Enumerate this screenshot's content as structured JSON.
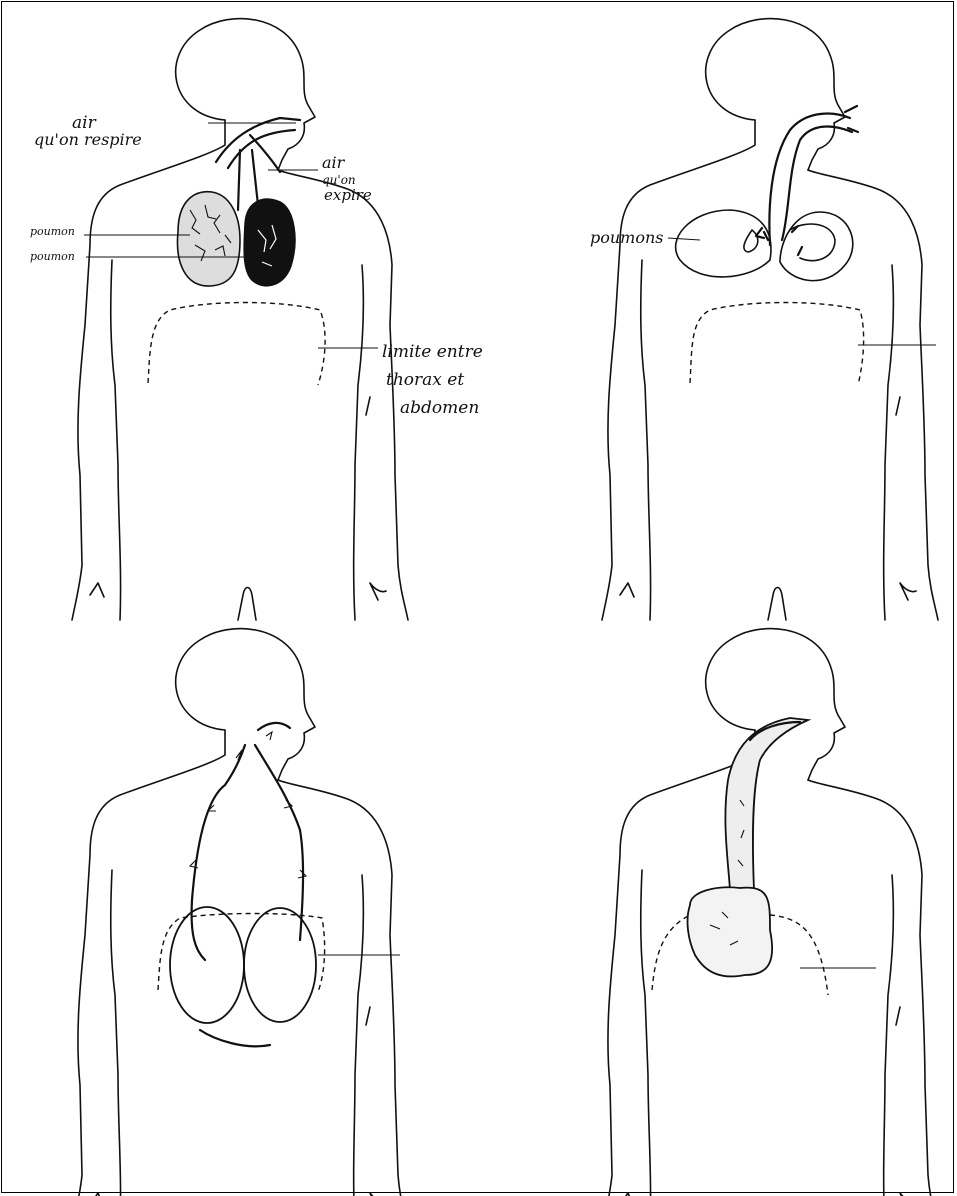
{
  "panels": [
    {
      "labels": {
        "air_in_1": "air",
        "air_in_2": "qu'on respire",
        "air_out_1": "air",
        "air_out_2": "qu'on",
        "air_out_3": "expire",
        "lung_1": "poumon",
        "lung_2": "poumon",
        "limit_1": "limite entre",
        "limit_2": "thorax et",
        "limit_3": "abdomen"
      }
    },
    {
      "labels": {
        "lungs": "poumons"
      }
    },
    {
      "labels": {}
    },
    {
      "labels": {}
    }
  ]
}
